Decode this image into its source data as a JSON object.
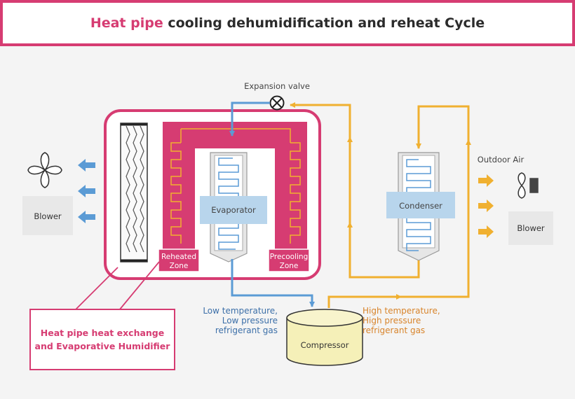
{
  "title": {
    "highlight": "Heat pipe",
    "rest": " cooling dehumidification and reheat  Cycle"
  },
  "labels": {
    "expansion_valve": "Expansion valve",
    "outdoor_air": "Outdoor Air",
    "blower_left": "Blower",
    "blower_right": "Blower",
    "evaporator": "Evaporator",
    "condenser": "Condenser",
    "reheated_zone": [
      "Reheated",
      "Zone"
    ],
    "precooling_zone": [
      "Precooling",
      "Zone"
    ],
    "compressor": "Compressor",
    "low_temp": [
      "Low temperature,",
      "Low pressure",
      "refrigerant gas"
    ],
    "high_temp": [
      "High temperature,",
      "High pressure",
      "refrigerant gas"
    ],
    "humidifier": [
      "Heat pipe  heat exchange",
      "and Evaporative Humidifier"
    ]
  },
  "colors": {
    "pink": "#d63c72",
    "blue": "#5b9bd5",
    "orange": "#f0b030",
    "light_blue": "#b8d5ec",
    "compressor": "#f5f0b8"
  }
}
